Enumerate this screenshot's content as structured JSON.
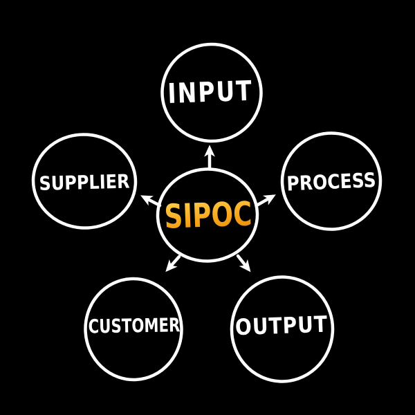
{
  "diagram": {
    "type": "mind-map",
    "center_label": "SIPOC",
    "nodes": [
      {
        "id": "input",
        "label": "INPUT",
        "position": "top"
      },
      {
        "id": "process",
        "label": "PROCESS",
        "position": "right"
      },
      {
        "id": "output",
        "label": "OUTPUT",
        "position": "bottom-right"
      },
      {
        "id": "customer",
        "label": "CUSTOMER",
        "position": "bottom-left"
      },
      {
        "id": "supplier",
        "label": "SUPPLIER",
        "position": "left"
      }
    ],
    "arrows": [
      {
        "from": "center",
        "to": "input"
      },
      {
        "from": "center",
        "to": "process"
      },
      {
        "from": "center",
        "to": "output"
      },
      {
        "from": "center",
        "to": "customer"
      },
      {
        "from": "center",
        "to": "supplier"
      }
    ],
    "colors": {
      "background": "#000000",
      "stroke": "#ffffff",
      "node_label_text": "#ffffff",
      "center_text_gradient_top": "#ffd04b",
      "center_text_gradient_bottom": "#e88a05"
    }
  }
}
